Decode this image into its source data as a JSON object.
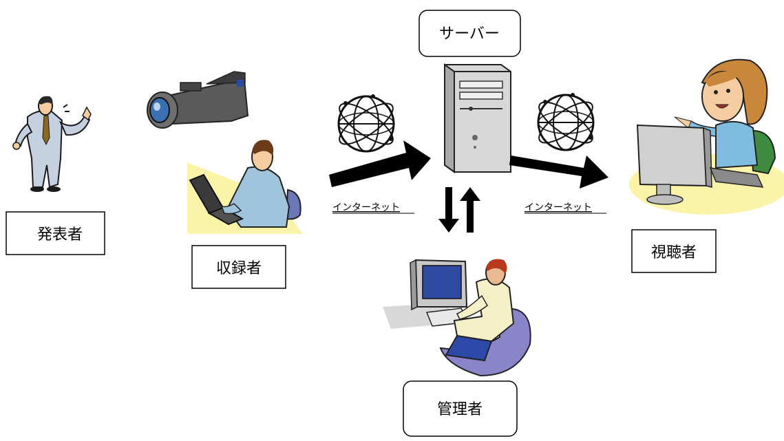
{
  "labels": {
    "presenter": "発表者",
    "recorder": "収録者",
    "server": "サーバー",
    "viewer": "視聴者",
    "admin": "管理者",
    "internet_left": "インターネット",
    "internet_right": "インターネット"
  },
  "icons": {
    "presenter": "presenter-illustration",
    "camera": "video-camera-illustration",
    "recorder": "laptop-operator-illustration",
    "server": "tower-server-illustration",
    "globe_left": "globe-icon",
    "globe_right": "globe-icon",
    "viewer": "desktop-user-illustration",
    "admin": "workstation-admin-illustration"
  },
  "colors": {
    "suit_blue": "#c5d0e0",
    "skin": "#f5cda0",
    "desk_yellow": "#fbf4a8",
    "monitor_blue": "#2d4aa0",
    "chair_purple": "#8a85c8",
    "arrow": "#000000"
  }
}
